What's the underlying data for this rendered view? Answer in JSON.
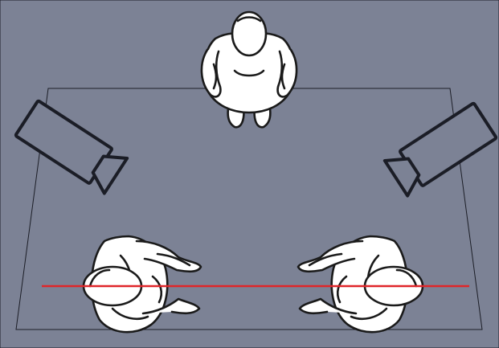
{
  "diagram": {
    "colors": {
      "background": "#ffffff",
      "line_of_action": "#e0262a",
      "glow": "#ff8f95",
      "camera_fill": "#7c8295",
      "camera_stroke": "#1b1d26",
      "figure_fill": "#ffffff",
      "figure_stroke": "#1a1a1a"
    },
    "elements": {
      "subject_top": "person-top-view",
      "subject_left": "person-top-view",
      "subject_right": "person-top-view",
      "camera_left": "video-camera-icon",
      "camera_right": "video-camera-icon",
      "axis": "line-of-action"
    }
  }
}
